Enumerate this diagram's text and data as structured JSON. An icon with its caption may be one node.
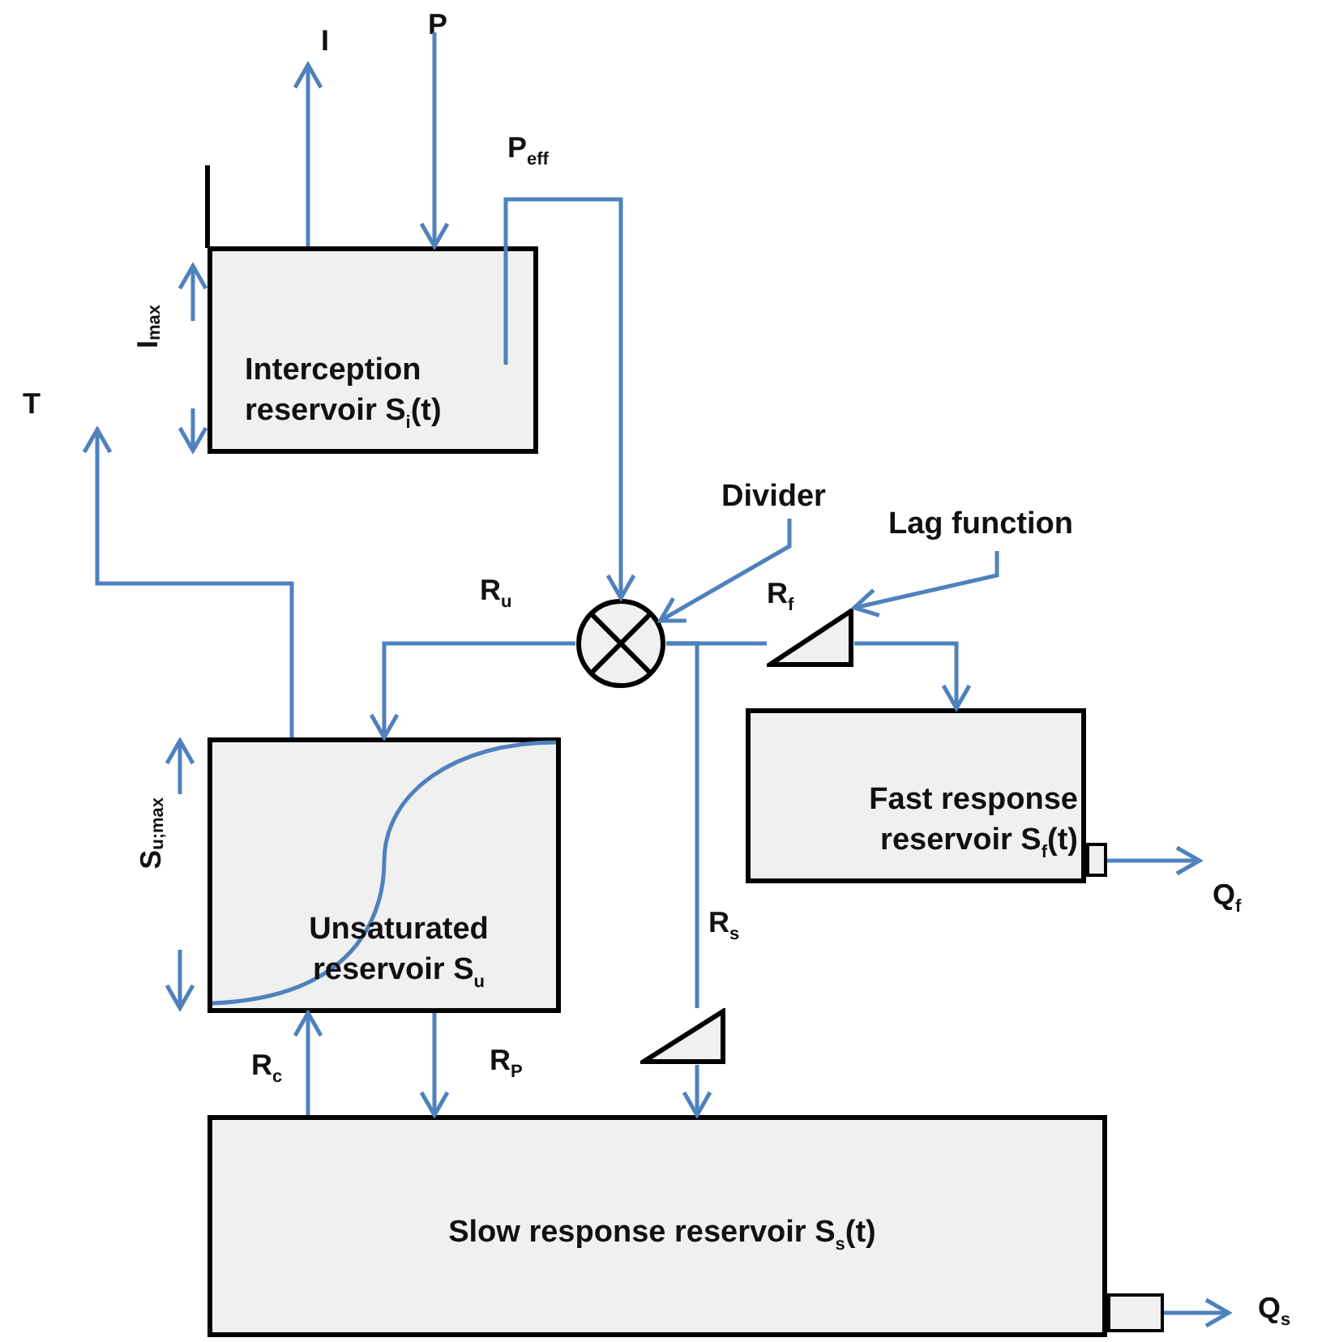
{
  "diagram": {
    "nodes": [
      {
        "text": [
          "Interception reservoir S$_{i}$(t)"
        ]
      },
      {
        "text": [
          "Unsaturated reservoir  S$_{u}$"
        ]
      },
      {
        "text": [
          "Fast response reservoir S$_{f}$(t)"
        ]
      },
      {
        "text": [
          "Slow response reservoir S$_{s}$(t)"
        ]
      },
      {
        "text": [],
        "shape": "circle"
      },
      {
        "text": [
          "Divider"
        ]
      },
      {
        "text": [
          "Lag function"
        ]
      },
      {
        "text": [],
        "shape": "triangle"
      },
      {
        "text": [],
        "shape": "triangle"
      }
    ],
    "edges": [
      {
        "from": 0,
        "to": null,
        "arrow": "to",
        "label": "I"
      },
      {
        "from": null,
        "to": 0,
        "arrow": "to",
        "label": "P"
      },
      {
        "from": 0,
        "to": 4,
        "arrow": "to",
        "label": "P$_{eff}$"
      },
      {
        "from": 4,
        "to": 1,
        "arrow": "to",
        "label": "R$_{u}$"
      },
      {
        "from": 4,
        "to": 7,
        "arrow": "none",
        "label": "R$_{f}$"
      },
      {
        "from": 7,
        "to": 2,
        "arrow": "to"
      },
      {
        "from": 4,
        "to": 8,
        "arrow": "none",
        "label": "R$_{s}$"
      },
      {
        "from": 8,
        "to": 3,
        "arrow": "to"
      },
      {
        "from": 1,
        "to": null,
        "arrow": "to",
        "label": "T"
      },
      {
        "from": 3,
        "to": 1,
        "arrow": "to",
        "label": "R$_{c}$"
      },
      {
        "from": 1,
        "to": 3,
        "arrow": "to",
        "label": "R$_{P}$"
      },
      {
        "from": 2,
        "to": null,
        "arrow": "to",
        "label": "Q$_{f}$"
      },
      {
        "from": 3,
        "to": null,
        "arrow": "to",
        "label": "Q$_{s}$"
      },
      {
        "from": 5,
        "to": 4,
        "arrow": "to"
      },
      {
        "from": 6,
        "to": 7,
        "arrow": "to"
      }
    ],
    "labels": [
      "I$_{max}$",
      "S$_{u;max}$"
    ]
  }
}
